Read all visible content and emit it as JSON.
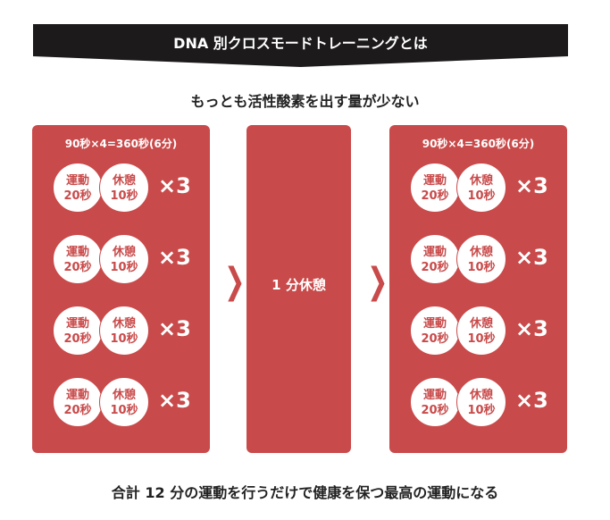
{
  "title": "DNA 別クロスモードトレーニングとは",
  "subtitle": "もっとも活性酸素を出す量が少ない",
  "left_panel": {
    "header": "90秒×4=360秒(6分)"
  },
  "right_panel": {
    "header": "90秒×4=360秒(6分)"
  },
  "cycle": {
    "exercise_label": "運動",
    "exercise_time": "20秒",
    "rest_label": "休憩",
    "rest_time": "10秒",
    "times": "×3"
  },
  "middle_panel": {
    "label": "1 分休憩"
  },
  "arrow": "❯",
  "footer": "合計 12 分の運動を行うだけで健康を保つ最高の運動になる",
  "colors": {
    "accent": "#c94a4a",
    "banner": "#1c1a1a"
  }
}
